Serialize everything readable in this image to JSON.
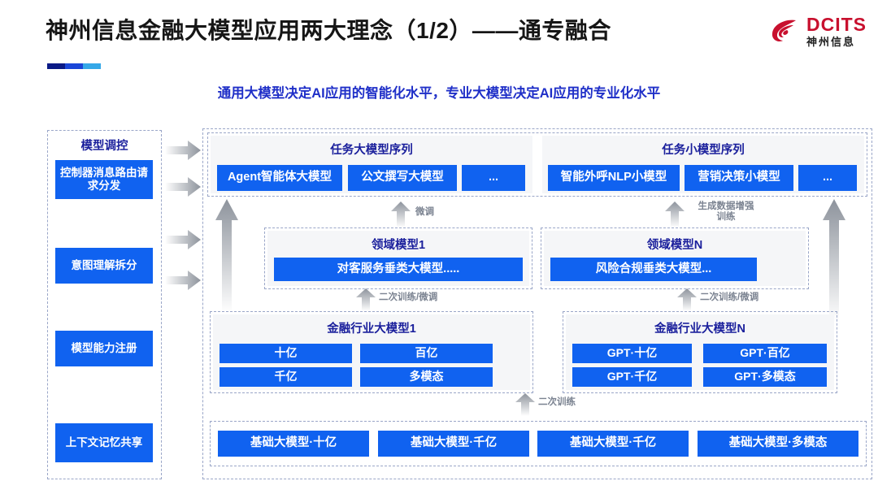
{
  "header": {
    "title": "神州信息金融大模型应用两大理念（1/2）——通专融合",
    "subtitle": "通用大模型决定AI应用的智能化水平，专业大模型决定AI应用的专业化水平",
    "logo": {
      "en": "DCITS",
      "cn": "神州信息",
      "mark": "dcits-swirl-icon",
      "color": "#c8102e"
    }
  },
  "colors": {
    "blue_box": "#1062f0",
    "heading_blue": "#1a1f9c",
    "subtitle_blue": "#1f2fc8",
    "panel_gray": "#f5f6f8",
    "dash_border": "#9aa6c8",
    "arrow_gray": "#8d939c"
  },
  "sidebar": {
    "title": "模型调控",
    "items": [
      {
        "label": "控制器消息路由请求分发"
      },
      {
        "label": "意图理解拆分"
      },
      {
        "label": "模型能力注册"
      },
      {
        "label": "上下文记忆共享"
      }
    ],
    "arrows": [
      "right-arrow-1",
      "right-arrow-2",
      "right-arrow-3",
      "right-arrow-4"
    ]
  },
  "task_layer": {
    "groups": [
      {
        "title": "任务大模型序列",
        "boxes": [
          "Agent智能体大模型",
          "公文撰写大模型",
          "..."
        ]
      },
      {
        "title": "任务小模型序列",
        "boxes": [
          "智能外呼NLP小模型",
          "营销决策小模型",
          "..."
        ]
      }
    ]
  },
  "domain_layer": {
    "groups": [
      {
        "title": "领域模型1",
        "boxes": [
          "对客服务垂类大模型....."
        ]
      },
      {
        "title": "领域模型N",
        "boxes": [
          "风险合规垂类大模型..."
        ]
      }
    ]
  },
  "industry_layer": {
    "groups": [
      {
        "title": "金融行业大模型1",
        "boxes": [
          "十亿",
          "百亿",
          "千亿",
          "多模态"
        ]
      },
      {
        "title": "金融行业大模型N",
        "boxes": [
          "GPT·十亿",
          "GPT·百亿",
          "GPT·千亿",
          "GPT·多模态"
        ]
      }
    ]
  },
  "base_layer": {
    "boxes": [
      "基础大模型·十亿",
      "基础大模型·千亿",
      "基础大模型·千亿",
      "基础大模型·多模态"
    ]
  },
  "arrow_labels": {
    "finetune": "微调",
    "gen_data_aug": "生成数据增强\n训练",
    "retrain_finetune_left": "二次训练/微调",
    "retrain_finetune_right": "二次训练/微调",
    "retrain": "二次训练"
  }
}
